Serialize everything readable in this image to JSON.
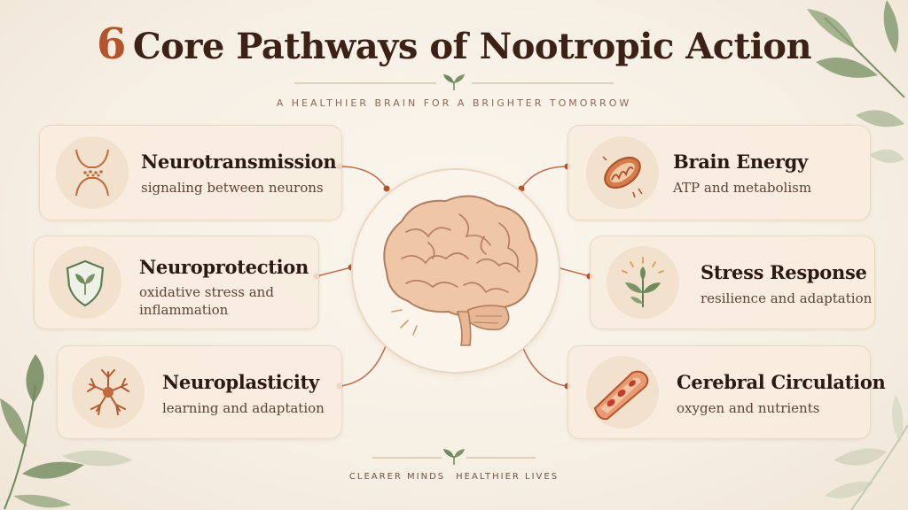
{
  "header": {
    "title_number": "6",
    "title_text": "Core Pathways of Nootropic Action",
    "subtitle": "A HEALTHIER BRAIN FOR A BRIGHTER TOMORROW"
  },
  "cards": {
    "neurotransmission": {
      "title": "Neurotransmission",
      "desc": "signaling between neurons",
      "icon": "synapse-icon"
    },
    "neuroprotection": {
      "title": "Neuroprotection",
      "desc_line1": "oxidative stress and",
      "desc_line2": "inflammation",
      "icon": "shield-leaf-icon"
    },
    "neuroplasticity": {
      "title": "Neuroplasticity",
      "desc": "learning and adaptation",
      "icon": "neuron-icon"
    },
    "brain_energy": {
      "title": "Brain Energy",
      "desc": "ATP and metabolism",
      "icon": "mitochondria-icon"
    },
    "stress_response": {
      "title": "Stress Response",
      "desc": "resilience and adaptation",
      "icon": "sprout-icon"
    },
    "cerebral_circulation": {
      "title": "Cerebral Circulation",
      "desc": "oxygen and nutrients",
      "icon": "blood-vessel-icon"
    }
  },
  "center": {
    "icon": "brain-icon"
  },
  "footer": {
    "left": "CLEARER MINDS",
    "right": "HEALTHIER LIVES"
  },
  "colors": {
    "accent": "#b5532c",
    "title": "#3b2116",
    "card_bg": "#f8ecde",
    "leaf": "#6d8a5e"
  }
}
